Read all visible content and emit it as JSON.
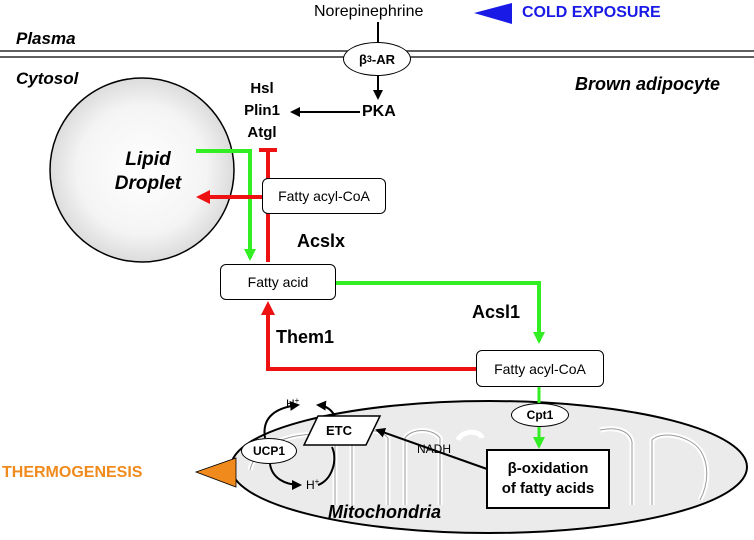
{
  "colors": {
    "activate": "#33ee22",
    "inhibit": "#ee1111",
    "cold": "#1a1ae6",
    "thermo": "#f08a1c"
  },
  "compartments": {
    "plasma": "Plasma",
    "cytosol": "Cytosol",
    "cell": "Brown adipocyte",
    "mito": "Mitochondria"
  },
  "signals": {
    "norepinephrine": "Norepinephrine",
    "cold": "COLD EXPOSURE",
    "receptor_base": "β",
    "receptor_sub": "3",
    "receptor_tail": "-AR",
    "pka": "PKA",
    "lipases": [
      "Hsl",
      "Plin1",
      "Atgl"
    ]
  },
  "nodes": {
    "lipid_droplet": [
      "Lipid",
      "Droplet"
    ],
    "fa_coa_top": "Fatty acyl-CoA",
    "fatty_acid": "Fatty acid",
    "fa_coa_right": "Fatty acyl-CoA",
    "cpt1": "Cpt1",
    "beta_ox": [
      "β-oxidation",
      "of fatty acids"
    ],
    "etc": "ETC",
    "ucp1": "UCP1",
    "nadh": "NADH",
    "h_top": "H",
    "h_bottom": "H",
    "h_charge": "+"
  },
  "enzymes": {
    "acslx": "Acslx",
    "acsl1": "Acsl1",
    "them1": "Them1"
  },
  "output": {
    "thermogenesis": "THERMOGENESIS"
  }
}
